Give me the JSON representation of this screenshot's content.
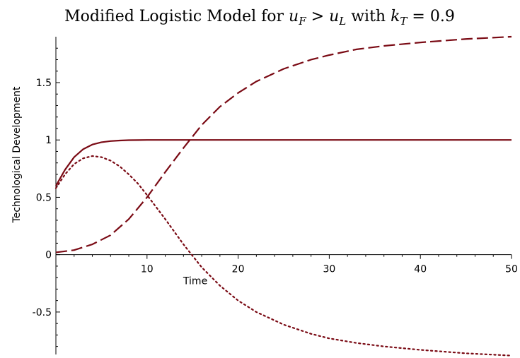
{
  "chart_data": {
    "type": "line",
    "title": {
      "prefix": "Modified Logistic Model for ",
      "u_var": "u",
      "sub_f": "F",
      "gt": " > ",
      "sub_l": "L",
      "with_text": " with ",
      "k_var": "k",
      "sub_t": "T",
      "eq_value": " = 0.9"
    },
    "xlabel": "Time",
    "ylabel": "Technological Development",
    "xlim": [
      0,
      50
    ],
    "ylim": [
      -0.87,
      1.9
    ],
    "x_ticks": [
      {
        "value": 10,
        "label": "10"
      },
      {
        "value": 20,
        "label": "20"
      },
      {
        "value": 30,
        "label": "30"
      },
      {
        "value": 40,
        "label": "40"
      },
      {
        "value": 50,
        "label": "50"
      }
    ],
    "y_ticks": [
      {
        "value": -0.5,
        "label": "-0.5"
      },
      {
        "value": 0,
        "label": "0"
      },
      {
        "value": 0.5,
        "label": "0.5"
      },
      {
        "value": 1,
        "label": "1"
      },
      {
        "value": 1.5,
        "label": "1.5"
      }
    ],
    "grid": false,
    "color": "#7a0a14",
    "series": [
      {
        "style": "solid",
        "x": [
          0,
          1,
          2,
          3,
          4,
          5,
          6,
          7,
          8,
          9,
          10,
          12,
          15,
          20,
          25,
          30,
          35,
          40,
          45,
          50
        ],
        "y": [
          0.6,
          0.74,
          0.85,
          0.92,
          0.96,
          0.98,
          0.99,
          0.995,
          0.998,
          0.999,
          1.0,
          1.0,
          1.0,
          1.0,
          1.0,
          1.0,
          1.0,
          1.0,
          1.0,
          1.0
        ]
      },
      {
        "style": "dashed",
        "x": [
          0,
          2,
          4,
          6,
          8,
          10,
          12,
          14,
          16,
          18,
          20,
          22,
          25,
          28,
          30,
          33,
          36,
          40,
          45,
          50
        ],
        "y": [
          0.02,
          0.04,
          0.09,
          0.17,
          0.31,
          0.5,
          0.72,
          0.93,
          1.13,
          1.29,
          1.41,
          1.51,
          1.62,
          1.7,
          1.74,
          1.79,
          1.82,
          1.85,
          1.88,
          1.9
        ]
      },
      {
        "style": "dotted",
        "x": [
          0,
          1,
          2,
          3,
          4,
          5,
          6,
          7,
          8,
          9,
          10,
          12,
          14,
          16,
          18,
          20,
          22,
          25,
          28,
          30,
          33,
          36,
          40,
          45,
          50
        ],
        "y": [
          0.58,
          0.7,
          0.79,
          0.84,
          0.86,
          0.85,
          0.82,
          0.77,
          0.7,
          0.62,
          0.52,
          0.31,
          0.09,
          -0.11,
          -0.27,
          -0.4,
          -0.5,
          -0.61,
          -0.69,
          -0.73,
          -0.77,
          -0.8,
          -0.83,
          -0.86,
          -0.88
        ]
      }
    ]
  }
}
